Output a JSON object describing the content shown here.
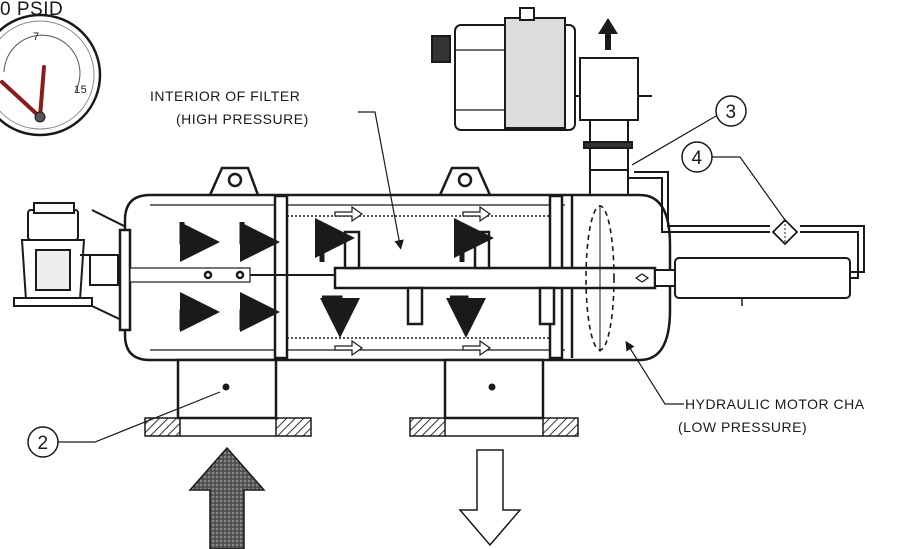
{
  "gauge": {
    "label": "0 PSID",
    "tick_mid": "7",
    "tick_max": "15",
    "needle_min": 0,
    "needle_max": 15
  },
  "labels": {
    "interior_line1": "INTERIOR OF FILTER",
    "interior_line2": "(HIGH PRESSURE)",
    "motor_line1": "HYDRAULIC MOTOR CHA",
    "motor_line2": "(LOW PRESSURE)"
  },
  "callouts": {
    "c2": "2",
    "c3": "3",
    "c4": "4"
  },
  "colors": {
    "line": "#1a1a1a",
    "hatch": "#333333",
    "needle": "#8b1a1a"
  }
}
